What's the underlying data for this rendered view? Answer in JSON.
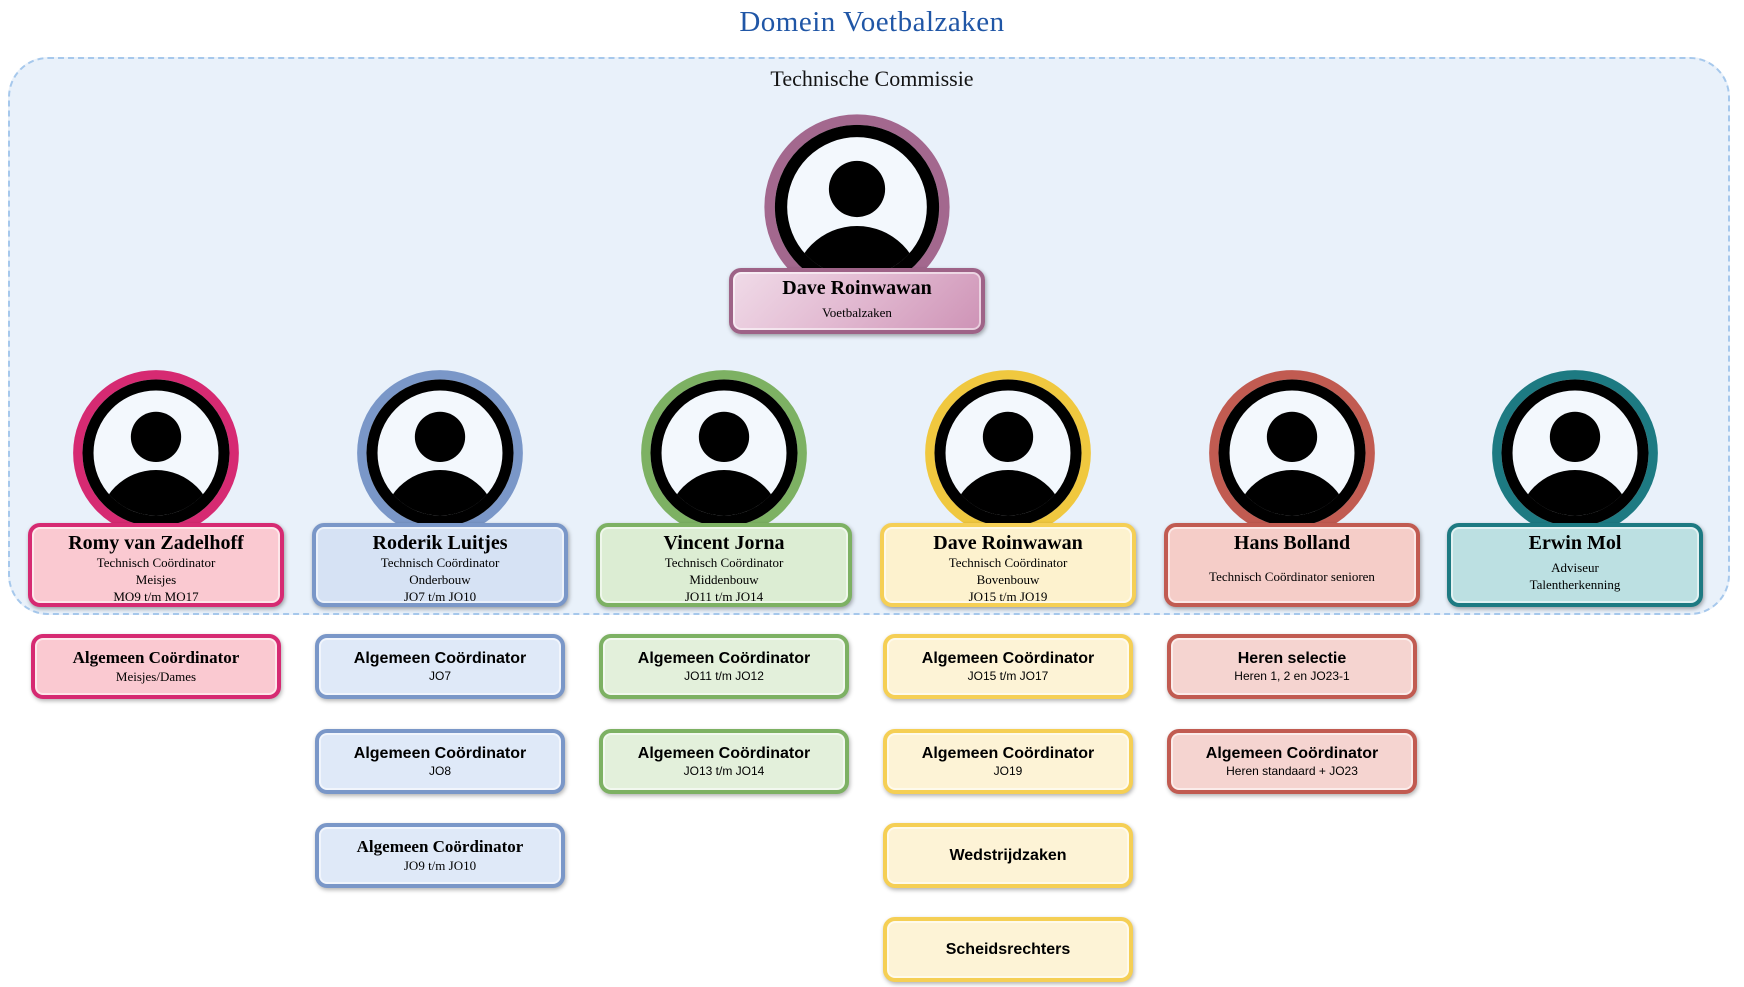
{
  "title": "Domein Voetbalzaken",
  "group_label": "Technische Commissie",
  "root": {
    "name": "Dave Roinwawan",
    "lines": [
      "Voetbalzaken"
    ],
    "accent": "#9E6387"
  },
  "columns": [
    {
      "name": "Romy van Zadelhoff",
      "lines": [
        "Technisch Coördinator",
        "Meisjes",
        "MO9 t/m MO17"
      ],
      "accent": "#D62A72",
      "boxes": [
        {
          "title": "Algemeen Coördinator",
          "subtitle": "Meisjes/Dames"
        }
      ]
    },
    {
      "name": "Roderik Luitjes",
      "lines": [
        "Technisch Coördinator",
        "Onderbouw",
        "JO7 t/m JO10"
      ],
      "accent": "#7A97C8",
      "boxes": [
        {
          "title": "Algemeen Coördinator",
          "subtitle": "JO7"
        },
        {
          "title": "Algemeen Coördinator",
          "subtitle": "JO8"
        },
        {
          "title": "Algemeen Coördinator",
          "subtitle": "JO9 t/m JO10"
        }
      ]
    },
    {
      "name": "Vincent Jorna",
      "lines": [
        "Technisch Coördinator",
        "Middenbouw",
        "JO11 t/m JO14"
      ],
      "accent": "#7DB163",
      "boxes": [
        {
          "title": "Algemeen Coördinator",
          "subtitle": "JO11 t/m JO12"
        },
        {
          "title": "Algemeen Coördinator",
          "subtitle": "JO13 t/m JO14"
        }
      ]
    },
    {
      "name": "Dave Roinwawan",
      "lines": [
        "Technisch Coördinator",
        "Bovenbouw",
        "JO15 t/m JO19"
      ],
      "accent": "#F5CF55",
      "boxes": [
        {
          "title": "Algemeen Coördinator",
          "subtitle": "JO15 t/m JO17"
        },
        {
          "title": "Algemeen Coördinator",
          "subtitle": "JO19"
        },
        {
          "title": "Wedstrijdzaken",
          "subtitle": ""
        },
        {
          "title": "Scheidsrechters",
          "subtitle": ""
        }
      ]
    },
    {
      "name": "Hans Bolland",
      "lines": [
        "Technisch Coördinator senioren"
      ],
      "accent": "#C15B51",
      "boxes": [
        {
          "title": "Heren selectie",
          "subtitle": "Heren 1, 2 en JO23-1"
        },
        {
          "title": "Algemeen Coördinator",
          "subtitle": "Heren standaard + JO23"
        }
      ]
    },
    {
      "name": "Erwin Mol",
      "lines": [
        "Adviseur",
        "Talentherkenning"
      ],
      "accent": "#1D7A82",
      "boxes": []
    }
  ],
  "colors": {
    "title_text": "#2056A6",
    "group_background": "#E9F1FA",
    "group_dashed_border": "#A6C8EC",
    "root_card_gradient": [
      "#F0DBE8",
      "#CE93B6"
    ]
  }
}
